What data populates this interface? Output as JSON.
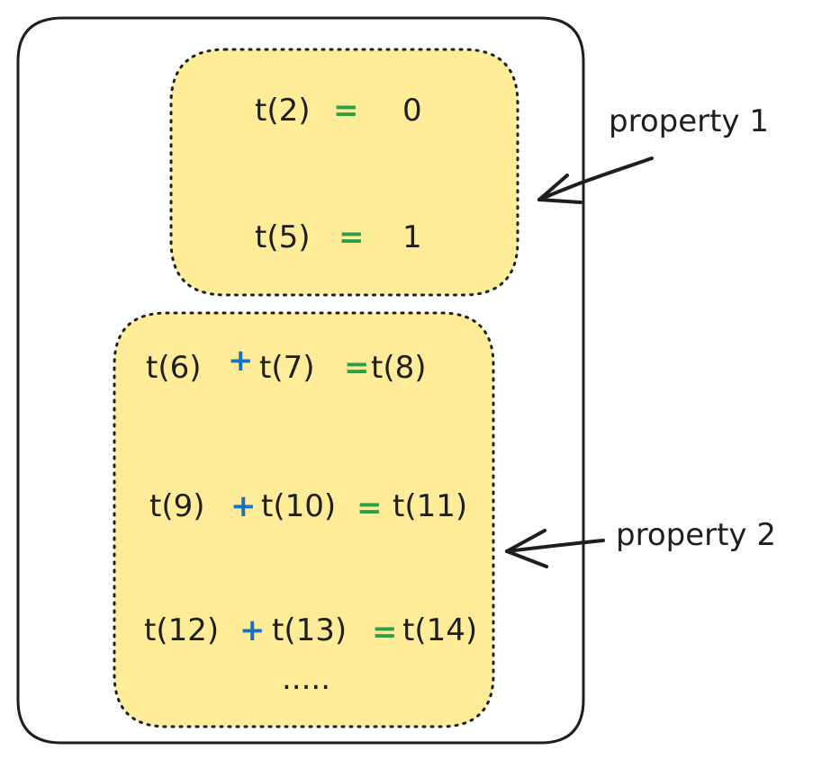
{
  "colors": {
    "box_fill": "#ffec99",
    "outline": "#1e1e1e",
    "equals": "#2f9e44",
    "plus": "#1971c2",
    "background": "#ffffff"
  },
  "property1": {
    "label": "property 1",
    "equations": [
      {
        "lhs": "t(2)",
        "op": "=",
        "rhs": "0"
      },
      {
        "lhs": "t(5)",
        "op": "=",
        "rhs": "1"
      }
    ]
  },
  "property2": {
    "label": "property 2",
    "equations": [
      {
        "a": "t(6)",
        "plus": "+",
        "b": "t(7)",
        "eq": "=",
        "c": "t(8)"
      },
      {
        "a": "t(9)",
        "plus": "+",
        "b": "t(10)",
        "eq": "=",
        "c": "t(11)"
      },
      {
        "a": "t(12)",
        "plus": "+",
        "b": "t(13)",
        "eq": "=",
        "c": "t(14)"
      }
    ],
    "ellipsis": "....."
  }
}
